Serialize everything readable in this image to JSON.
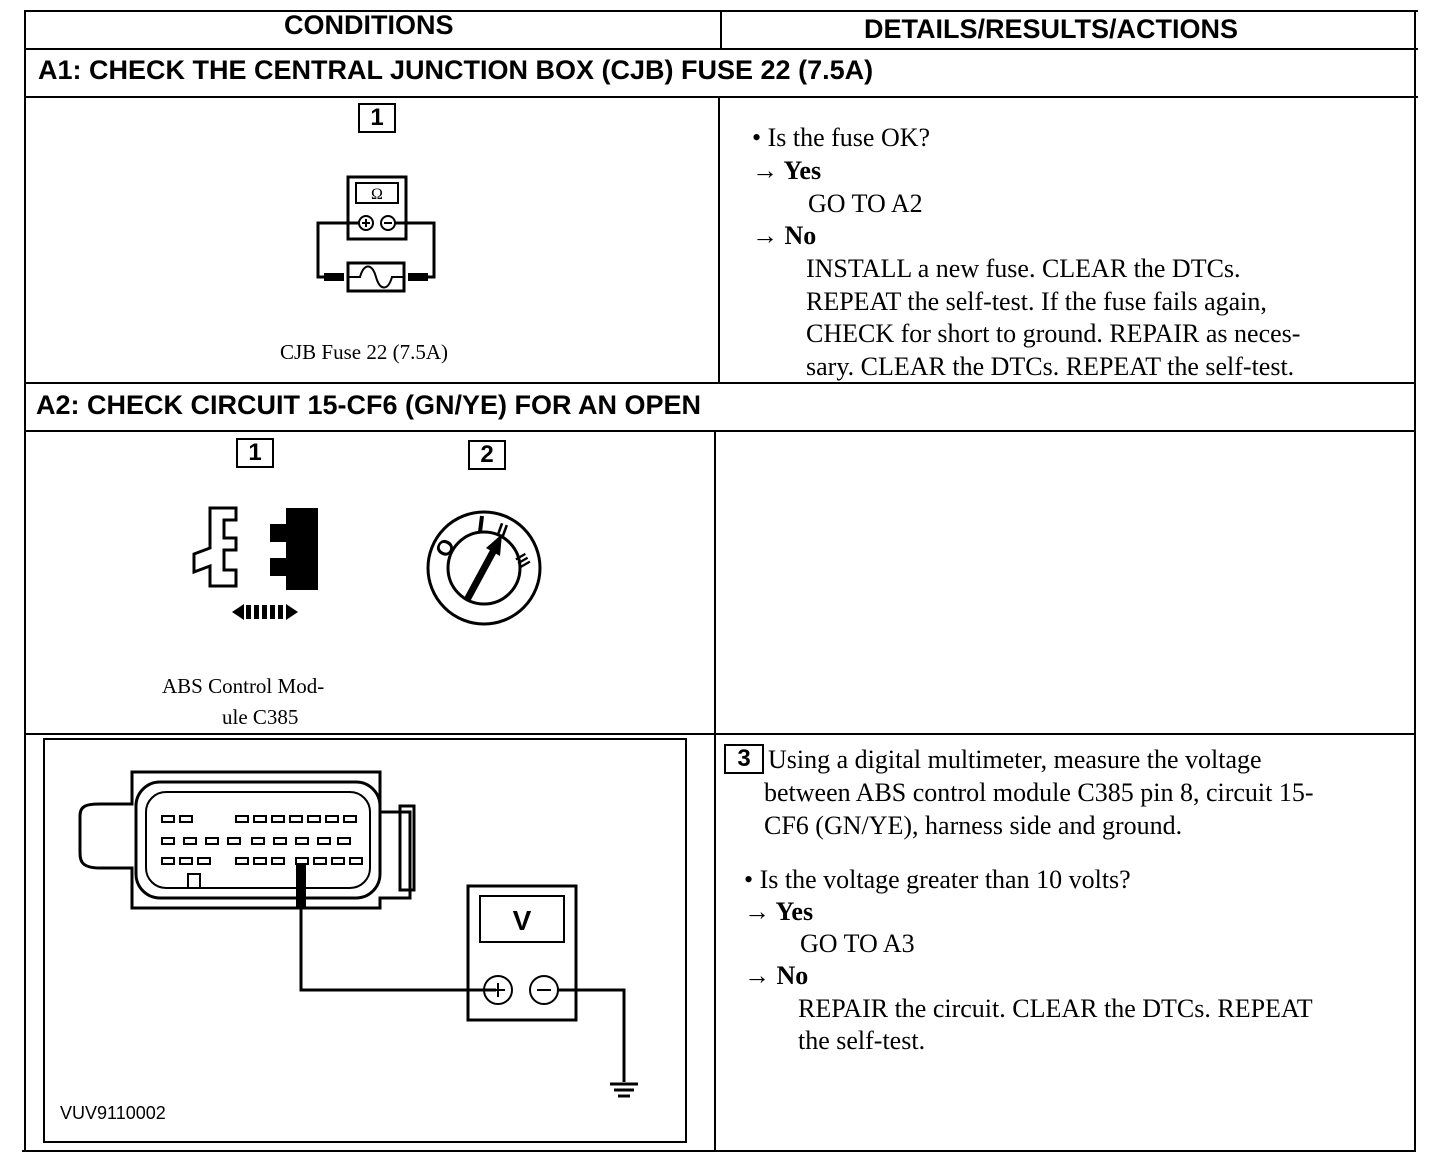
{
  "header": {
    "conditions": "CONDITIONS",
    "details": "DETAILS/RESULTS/ACTIONS"
  },
  "a1": {
    "title": "A1: CHECK THE CENTRAL JUNCTION BOX (CJB) FUSE 22 (7.5A)",
    "step": "1",
    "meter_symbol": "Ω",
    "caption": "CJB Fuse 22 (7.5A)",
    "question": "• Is the fuse OK?",
    "yes_label": "→ Yes",
    "yes_action": "GO TO A2",
    "no_label": "→ No",
    "no_lines": [
      "INSTALL a new fuse. CLEAR the DTCs.",
      "REPEAT the self-test. If the fuse fails again,",
      "CHECK for short to ground. REPAIR as neces-",
      "sary. CLEAR the DTCs. REPEAT the self-test."
    ]
  },
  "a2": {
    "title": "A2: CHECK CIRCUIT 15-CF6 (GN/YE) FOR AN OPEN",
    "step1": "1",
    "step2": "2",
    "connector_caption_lines": [
      "ABS Control Mod-",
      "ule C385"
    ],
    "ignition_labels": {
      "off": "O",
      "run": "II",
      "start": "III"
    },
    "step3": "3",
    "step3_lines": [
      "Using a digital multimeter, measure the voltage",
      "between ABS control module C385 pin 8, circuit 15-",
      "CF6 (GN/YE), harness side and ground."
    ],
    "question": "• Is the voltage greater than 10 volts?",
    "yes_label": "→ Yes",
    "yes_action": "GO TO A3",
    "no_label": "→ No",
    "no_lines": [
      "REPAIR the circuit. CLEAR the DTCs. REPEAT",
      "the self-test."
    ],
    "meter_symbol": "V",
    "figure_id": "VUV9110002"
  }
}
